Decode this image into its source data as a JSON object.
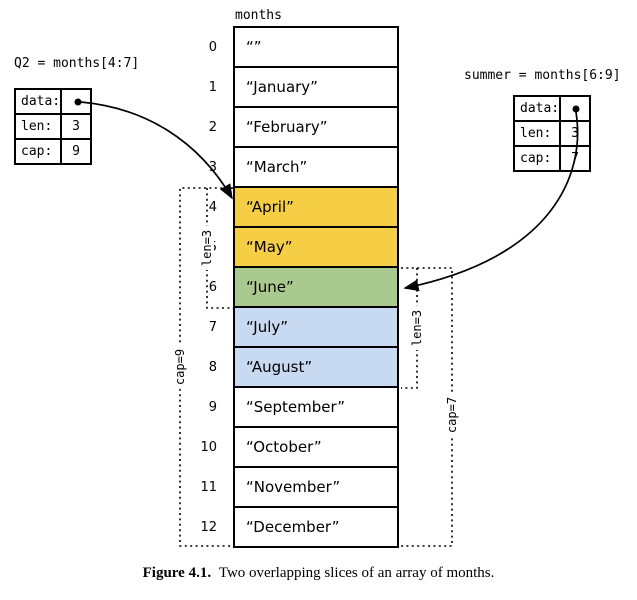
{
  "title_label": "months",
  "array": {
    "cells": [
      {
        "index": "0",
        "text": "“”",
        "bg": "#ffffff"
      },
      {
        "index": "1",
        "text": "“January”",
        "bg": "#ffffff"
      },
      {
        "index": "2",
        "text": "“February”",
        "bg": "#ffffff"
      },
      {
        "index": "3",
        "text": "“March”",
        "bg": "#ffffff"
      },
      {
        "index": "4",
        "text": "“April”",
        "bg": "#f5ce45"
      },
      {
        "index": "5",
        "text": "“May”",
        "bg": "#f5ce45"
      },
      {
        "index": "6",
        "text": "“June”",
        "bg": "#aac98f"
      },
      {
        "index": "7",
        "text": "“July”",
        "bg": "#c7daf2"
      },
      {
        "index": "8",
        "text": "“August”",
        "bg": "#c7daf2"
      },
      {
        "index": "9",
        "text": "“September”",
        "bg": "#ffffff"
      },
      {
        "index": "10",
        "text": "“October”",
        "bg": "#ffffff"
      },
      {
        "index": "11",
        "text": "“November”",
        "bg": "#ffffff"
      },
      {
        "index": "12",
        "text": "“December”",
        "bg": "#ffffff"
      }
    ]
  },
  "q2": {
    "title": "Q2 = months[4:7]",
    "fields": [
      {
        "label": "data:",
        "value": ""
      },
      {
        "label": "len:",
        "value": "3"
      },
      {
        "label": "cap:",
        "value": "9"
      }
    ]
  },
  "summer": {
    "title": "summer = months[6:9]",
    "fields": [
      {
        "label": "data:",
        "value": ""
      },
      {
        "label": "len:",
        "value": "3"
      },
      {
        "label": "cap:",
        "value": "7"
      }
    ]
  },
  "brackets": {
    "left_len": "len=3",
    "left_cap": "cap=9",
    "right_len": "len=3",
    "right_cap": "cap=7"
  },
  "caption": {
    "bold": "Figure 4.1.",
    "text": "Two overlapping slices of an array of months."
  },
  "colors": {
    "q2_slice": "#f5ce45",
    "shared_slice": "#aac98f",
    "summer_slice": "#c7daf2",
    "line": "#000000"
  }
}
